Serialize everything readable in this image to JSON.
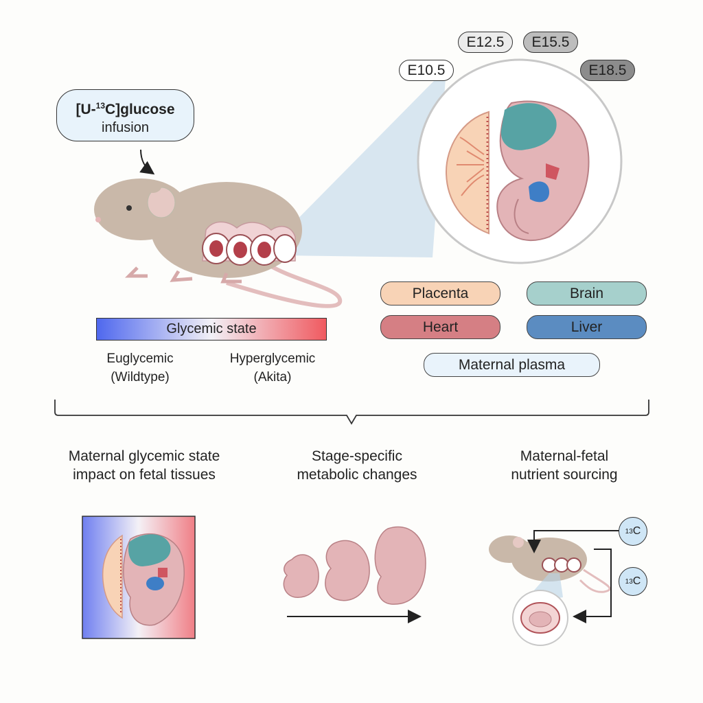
{
  "infusion": {
    "tracer_prefix": "[U-",
    "tracer_isotope": "13",
    "tracer_suffix": "C]glucose",
    "label": "infusion"
  },
  "stages": [
    "E10.5",
    "E12.5",
    "E15.5",
    "E18.5"
  ],
  "glycemic": {
    "bar_label": "Glycemic state",
    "left_line1": "Euglycemic",
    "left_line2": "(Wildtype)",
    "right_line1": "Hyperglycemic",
    "right_line2": "(Akita)"
  },
  "tissues": [
    "Placenta",
    "Brain",
    "Heart",
    "Liver",
    "Maternal plasma"
  ],
  "panels": [
    {
      "line1": "Maternal glycemic state",
      "line2": "impact on fetal tissues"
    },
    {
      "line1": "Stage-specific",
      "line2": "metabolic changes"
    },
    {
      "line1": "Maternal-fetal",
      "line2": "nutrient sourcing"
    }
  ],
  "isotope_badge": {
    "mass": "13",
    "element": "C"
  },
  "colors": {
    "placenta": "#f8d3b6",
    "brain": "#a6d0cc",
    "heart": "#d57f84",
    "liver": "#5b8cc1",
    "plasma": "#e9f3fb",
    "mouse": "#c9b8a9",
    "embryo": "#e6b6b8",
    "bar_low": "#4f68ee",
    "bar_high": "#f05a60"
  }
}
